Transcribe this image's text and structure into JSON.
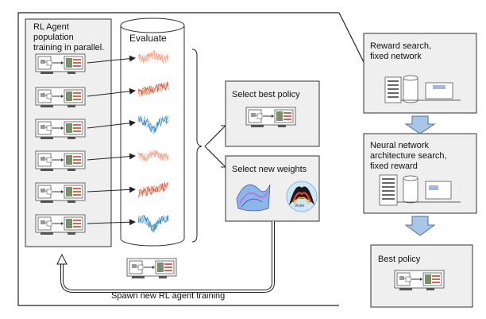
{
  "population": {
    "label": "RL Agent population\ntraining in parallel."
  },
  "evaluate": {
    "label": "Evaluate"
  },
  "select_policy": {
    "label": "Select best policy"
  },
  "select_weights": {
    "label": "Select new weights"
  },
  "vizier": {
    "logo_text": "Vizier"
  },
  "spawn": {
    "label": "Spawn new RL agent training"
  },
  "pipeline": {
    "reward_search": "Reward search,\nfixed network",
    "nas_search": "Neural network\narchitecture search,\nfixed reward",
    "best_policy": "Best policy"
  },
  "colors": {
    "plot_red": "#d9542f",
    "plot_salmon": "#ef9a80",
    "plot_blue": "#2c7fbf",
    "box_fill": "#efefef",
    "flow_arrow": "#a9c6e6"
  },
  "icons": {
    "agent": "robot-computer-icon",
    "surface": "loss-surface-icon",
    "vizier": "vizier-logo-icon",
    "arrow_down": "down-arrow-icon"
  }
}
